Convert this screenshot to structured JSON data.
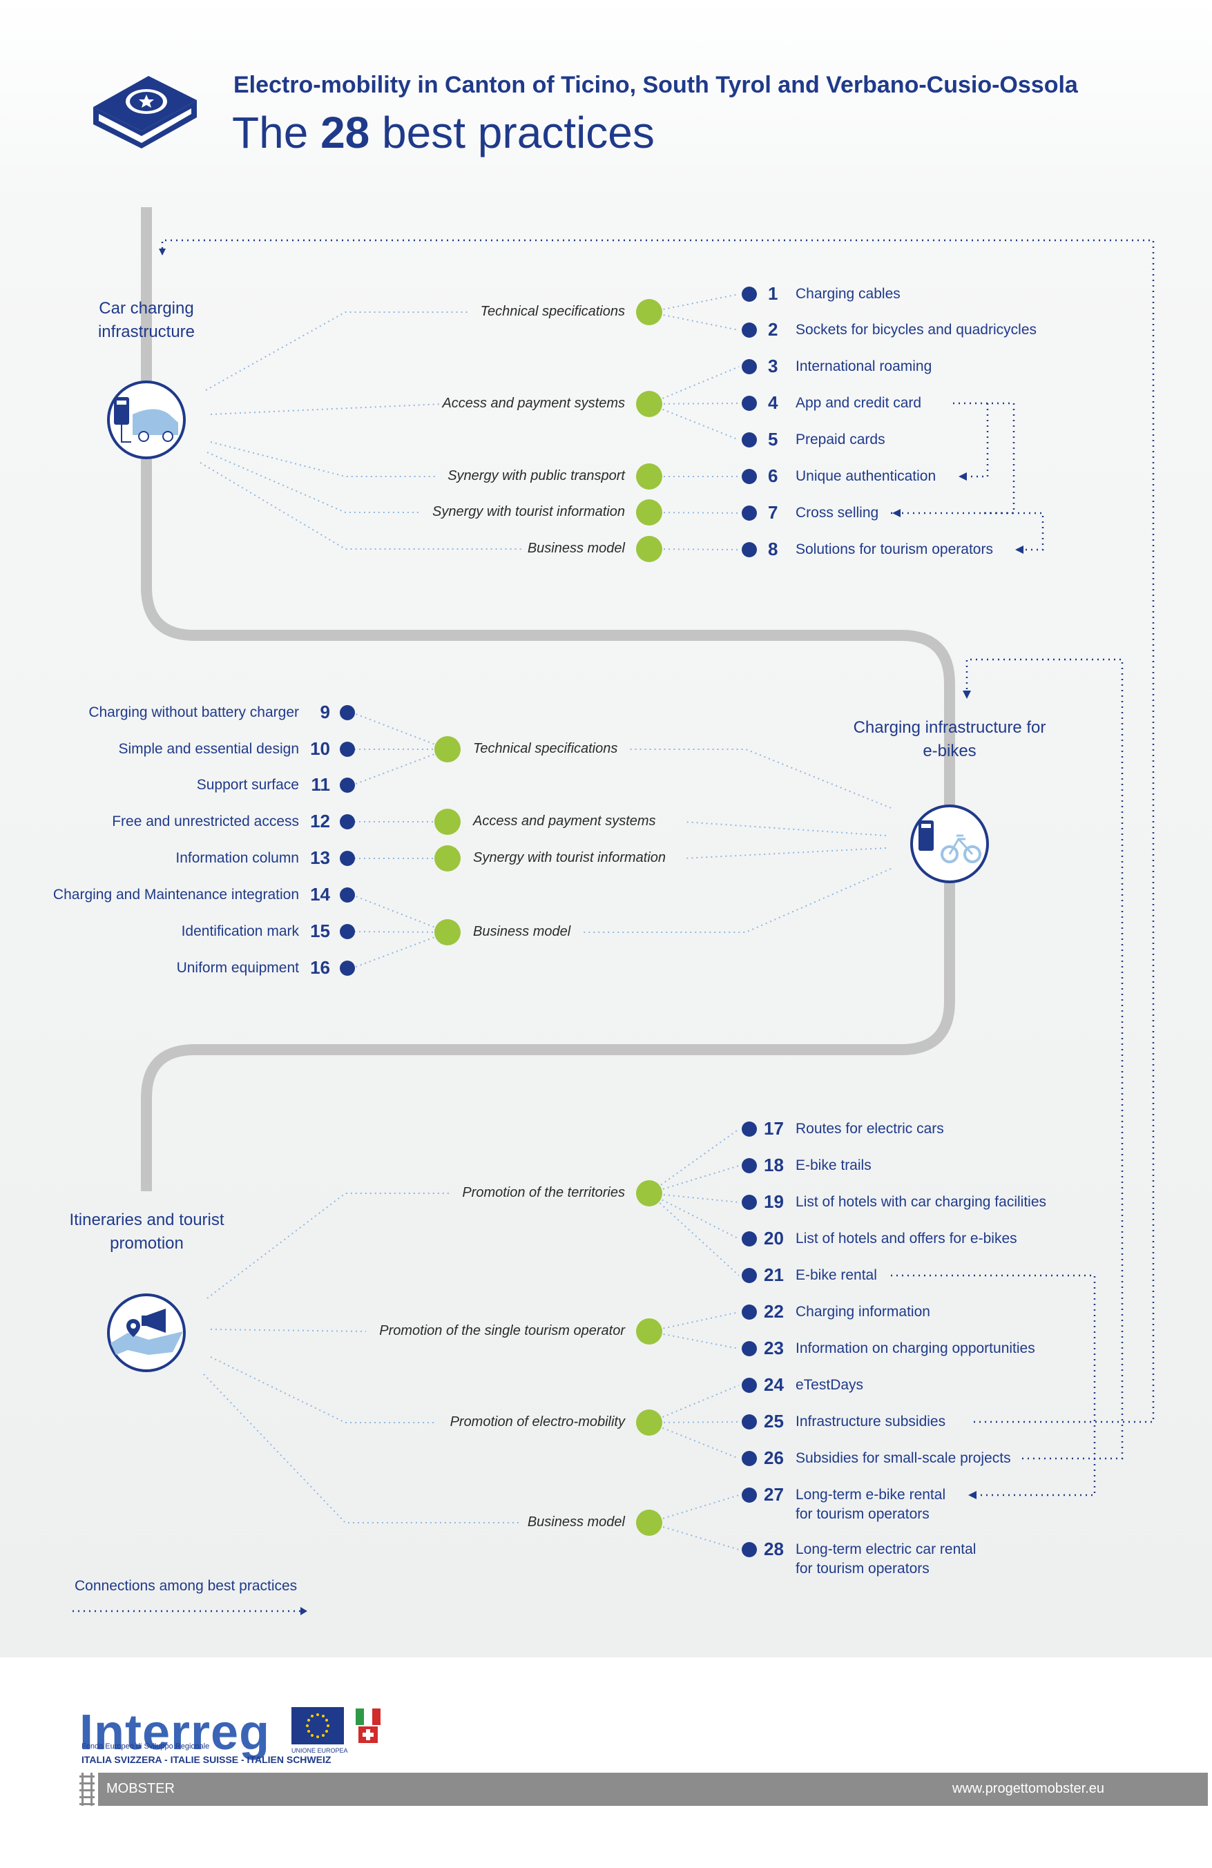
{
  "header": {
    "subtitle": "Electro-mobility in Canton of Ticino, South Tyrol and Verbano-Cusio-Ossola",
    "title_pre": "The",
    "title_num": "28",
    "title_post": "best practices"
  },
  "sections": {
    "car": "Car charging infrastructure",
    "ebike": "Charging infrastructure for e-bikes",
    "itin": "Itineraries and tourist promotion"
  },
  "categories": {
    "car": [
      "Technical specifications",
      "Access and payment systems",
      "Synergy with public transport",
      "Synergy with tourist information",
      "Business model"
    ],
    "ebike": [
      "Technical specifications",
      "Access and payment systems",
      "Synergy with tourist information",
      "Business model"
    ],
    "itin": [
      "Promotion of the territories",
      "Promotion of the single tourism operator",
      "Promotion of electro-mobility",
      "Business model"
    ]
  },
  "practices": [
    {
      "n": "1",
      "label": "Charging cables"
    },
    {
      "n": "2",
      "label": "Sockets for bicycles and quadricycles"
    },
    {
      "n": "3",
      "label": "International roaming"
    },
    {
      "n": "4",
      "label": "App and credit card"
    },
    {
      "n": "5",
      "label": "Prepaid cards"
    },
    {
      "n": "6",
      "label": "Unique authentication"
    },
    {
      "n": "7",
      "label": "Cross selling"
    },
    {
      "n": "8",
      "label": "Solutions for tourism operators"
    },
    {
      "n": "9",
      "label": "Charging without battery charger"
    },
    {
      "n": "10",
      "label": "Simple and essential design"
    },
    {
      "n": "11",
      "label": "Support surface"
    },
    {
      "n": "12",
      "label": "Free and unrestricted access"
    },
    {
      "n": "13",
      "label": "Information column"
    },
    {
      "n": "14",
      "label": "Charging and Maintenance integration"
    },
    {
      "n": "15",
      "label": "Identification mark"
    },
    {
      "n": "16",
      "label": "Uniform equipment"
    },
    {
      "n": "17",
      "label": "Routes for electric cars"
    },
    {
      "n": "18",
      "label": "E-bike trails"
    },
    {
      "n": "19",
      "label": "List of hotels with car charging facilities"
    },
    {
      "n": "20",
      "label": "List of hotels and offers for e-bikes"
    },
    {
      "n": "21",
      "label": "E-bike rental"
    },
    {
      "n": "22",
      "label": "Charging information"
    },
    {
      "n": "23",
      "label": "Information on charging opportunities"
    },
    {
      "n": "24",
      "label": "eTestDays"
    },
    {
      "n": "25",
      "label": "Infrastructure subsidies"
    },
    {
      "n": "26",
      "label": "Subsidies for small-scale projects"
    },
    {
      "n": "27",
      "label": "Long-term e-bike rental",
      "label2": "for tourism operators"
    },
    {
      "n": "28",
      "label": "Long-term electric car rental",
      "label2": "for tourism operators"
    }
  ],
  "legend": "Connections among best practices",
  "footer": {
    "logo": "Interreg",
    "fund": "Fondo Europeo di Sviluppo Regionale",
    "programme": "ITALIA SVIZZERA - ITALIE SUISSE - ITALIEN SCHWEIZ",
    "eu": "UNIONE EUROPEA",
    "project": "MOBSTER",
    "url": "www.progettomobster.eu"
  },
  "colors": {
    "navy": "#1f3a8a",
    "green": "#9bc53d",
    "grey_path": "#c4c4c4",
    "light_blue": "#9cc3e5"
  }
}
